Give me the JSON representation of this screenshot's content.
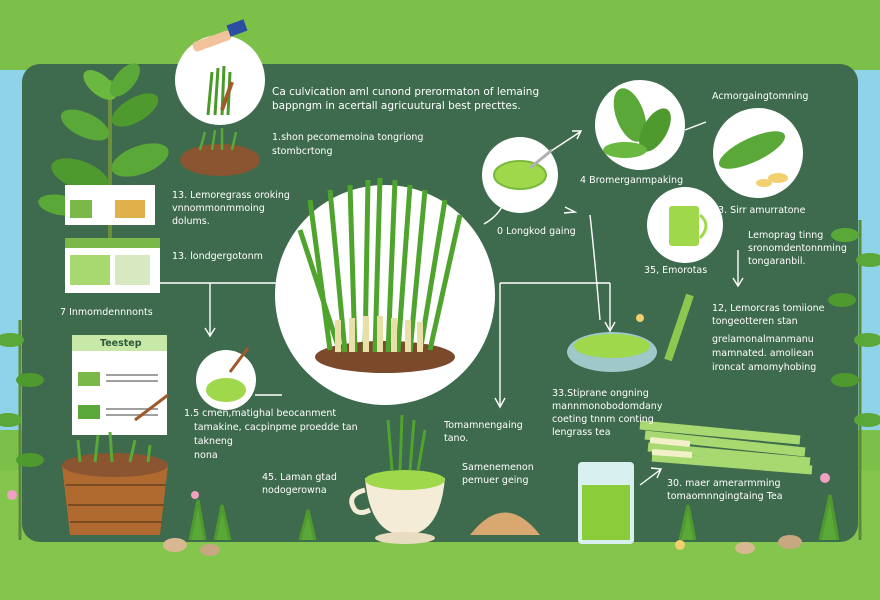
{
  "title_line1": "Ca culvication aml cunond prerormaton of lemaing",
  "title_line2": "bappngm in acertall agricuutural best precttes.",
  "steps": {
    "s1": "1.shon pecomemoina tongriong",
    "s1b": "stombcrtong",
    "s2": "13. Lemoregrass oroking",
    "s2b": "vnnommonmmoing",
    "s2c": "dolums.",
    "s3": "13. londgergotonm",
    "s4": "7 Inmomdennnonts",
    "s5": "0 Longkod gaing",
    "s6": "Acmorgaingtomning",
    "s7": "4 Bromerganmpaking",
    "s8": "53. Sirr amurratone",
    "s9": "Lemoprag tinng",
    "s9b": "sronomdentonnming",
    "s9c": "tongaranbil.",
    "s10": "35, Emorotas",
    "s11": "12, Lemorcras tomiione",
    "s11b": "tongeotteren stan",
    "s11c": "grelamonalmanmanu",
    "s11d": "mamnated. amoliean",
    "s11e": "ironcat amomyhobing",
    "s12": "1.5 cmen,matighal beocanment",
    "s12b": "tamakine, cacpinpme proedde tan",
    "s12c": "takneng",
    "s12d": "nona",
    "s13": "Tomamnengaing",
    "s13b": "tano.",
    "s14": "33.Stiprane ongning",
    "s14b": "mannmonobodomdany",
    "s14c": "coeting tnnm conting",
    "s14d": "lengrass tea",
    "s15": "45. Laman gtad",
    "s15b": "nodogerowna",
    "s16": "Samenemenon",
    "s16b": "pemuer geing",
    "s17": "30. maer amerarmming",
    "s17b": "tomaomnngingtaing Tea"
  },
  "doc_card_label": "Teestep",
  "colors": {
    "board": "#3e6a4d",
    "sky": "#8fd3e8",
    "grass": "#84c64d",
    "leaf": "#5aa838",
    "tea": "#9fd84a",
    "soil": "#7a4a2a"
  }
}
